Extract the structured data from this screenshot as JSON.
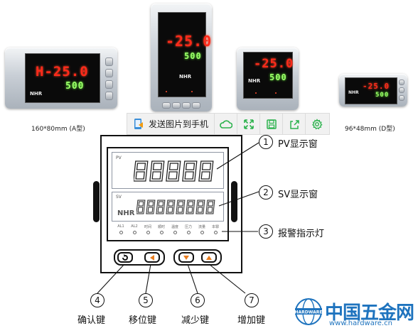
{
  "meters": {
    "a": {
      "pv": "H-25.0",
      "sv": "500",
      "caption": "160*80mm (A型)",
      "logo": "NHR"
    },
    "b": {
      "pv": "-25.0",
      "sv": "500",
      "logo": "NHR"
    },
    "c": {
      "pv": "-25.0",
      "sv": "500",
      "logo": "NHR"
    },
    "d": {
      "pv": "-25.0",
      "sv": "500",
      "caption": "96*48mm (D型)",
      "logo": "NHR"
    }
  },
  "toolbar": {
    "send_label": "发送图片到手机",
    "icons": [
      "phone-send-icon",
      "cloud-icon",
      "expand-icon",
      "save-icon",
      "share-icon",
      "settings-icon"
    ]
  },
  "panel": {
    "pv_label": "PV",
    "sv_label": "SV",
    "logo": "NHR",
    "indicators": [
      "AL1",
      "AL2",
      "时间",
      "顺时",
      "温度",
      "压力",
      "流量",
      "本罪"
    ]
  },
  "callouts": {
    "c1": {
      "num": "1",
      "text": "PV显示窗"
    },
    "c2": {
      "num": "2",
      "text": "SV显示窗"
    },
    "c3": {
      "num": "3",
      "text": "报警指示灯"
    },
    "c4": {
      "num": "4",
      "text": "确认键"
    },
    "c5": {
      "num": "5",
      "text": "移位键"
    },
    "c6": {
      "num": "6",
      "text": "减少键"
    },
    "c7": {
      "num": "7",
      "text": "增加键"
    }
  },
  "brand": {
    "name": "中国五金网",
    "url": "www.hardware.cn",
    "badge": "HARDWARE"
  },
  "colors": {
    "pv_display": "#ff2a1a",
    "sv_display": "#9cff6a",
    "brand": "#1e73be",
    "toolbar_icon": "#2bb24c"
  }
}
